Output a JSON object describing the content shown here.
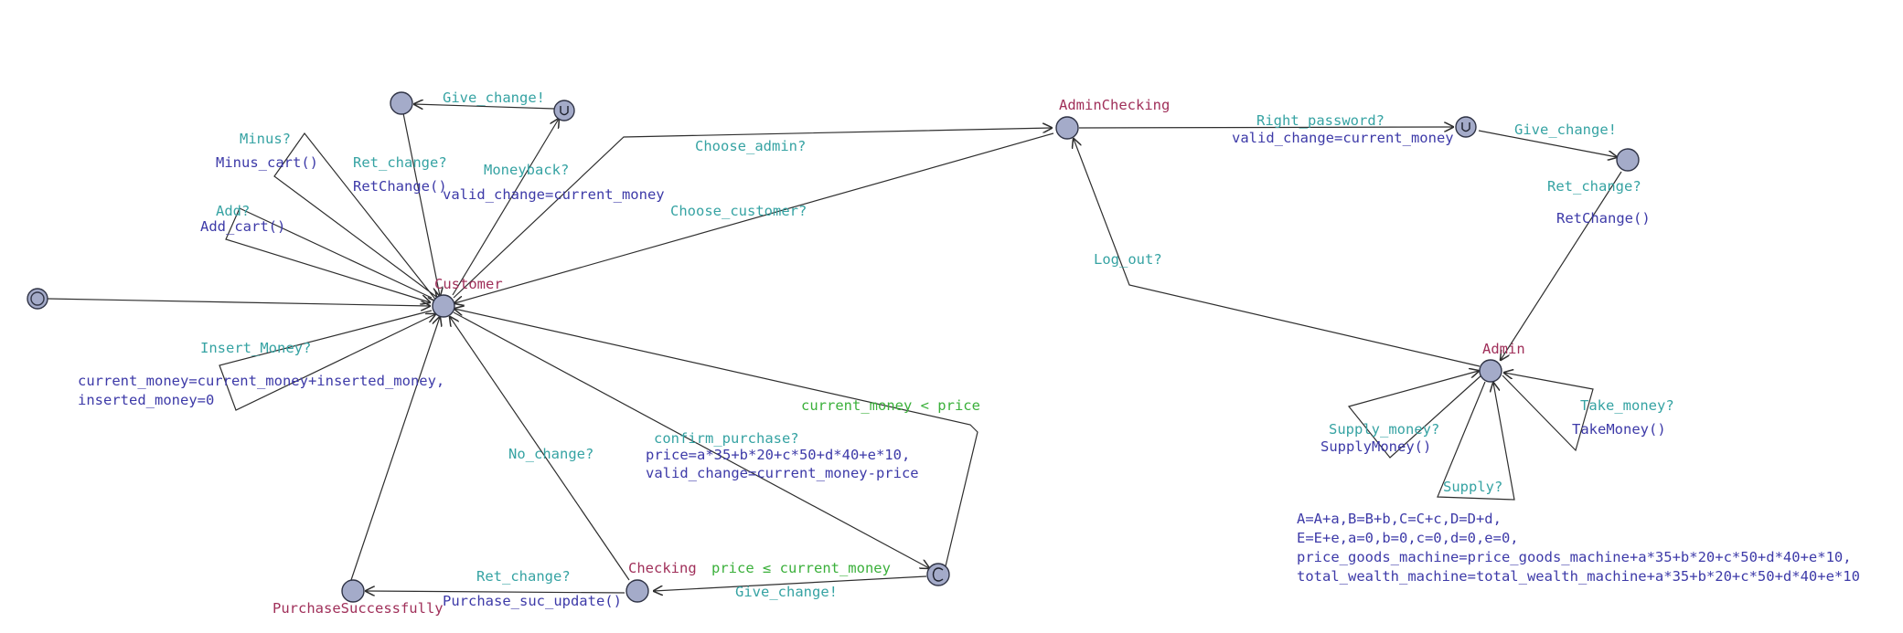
{
  "colors": {
    "location_fill": "#a4abc9",
    "location_name": "#a0305a",
    "synchronisation": "#36a3a3",
    "update": "#3d3aa8",
    "guard": "#3bb03b",
    "edge": "#2e2e2e"
  },
  "locations": {
    "customer": "Customer",
    "admin_checking": "AdminChecking",
    "admin": "Admin",
    "checking": "Checking",
    "purchase_successfully": "PurchaseSuccessfully"
  },
  "glyphs": {
    "urgent": "U",
    "committed": "C"
  },
  "labels": {
    "give_change_1": "Give_change!",
    "minus": "Minus?",
    "minus_cart": "Minus_cart()",
    "ret_change_1": "Ret_change?",
    "retchange_1": "RetChange()",
    "moneyback": "Moneyback?",
    "valid_change_1": "valid_change=current_money",
    "add": "Add?",
    "add_cart": "Add_cart()",
    "choose_admin": "Choose_admin?",
    "choose_customer": "Choose_customer?",
    "right_password": "Right_password?",
    "valid_change_2": "valid_change=current_money",
    "give_change_2": "Give_change!",
    "ret_change_2": "Ret_change?",
    "retchange_2": "RetChange()",
    "log_out": "Log_out?",
    "insert_money": "Insert_Money?",
    "insert_update_1": "current_money=current_money+inserted_money,",
    "insert_update_2": "inserted_money=0",
    "guard_less": "current_money < price",
    "confirm_purchase": "confirm_purchase?",
    "price_update": "price=a*35+b*20+c*50+d*40+e*10,",
    "valid_change_price": "valid_change=current_money-price",
    "no_change": "No_change?",
    "guard_le": "price ≤ current_money",
    "give_change_3": "Give_change!",
    "ret_change_3": "Ret_change?",
    "purchase_suc_update": "Purchase_suc_update()",
    "supply_money": "Supply_money?",
    "supplymoney": "SupplyMoney()",
    "take_money": "Take_money?",
    "takemoney": "TakeMoney()",
    "supply": "Supply?",
    "supply_update_1": "A=A+a,B=B+b,C=C+c,D=D+d,",
    "supply_update_2": "E=E+e,a=0,b=0,c=0,d=0,e=0,",
    "supply_update_3": "price_goods_machine=price_goods_machine+a*35+b*20+c*50+d*40+e*10,",
    "supply_update_4": "total_wealth_machine=total_wealth_machine+a*35+b*20+c*50+d*40+e*10"
  }
}
